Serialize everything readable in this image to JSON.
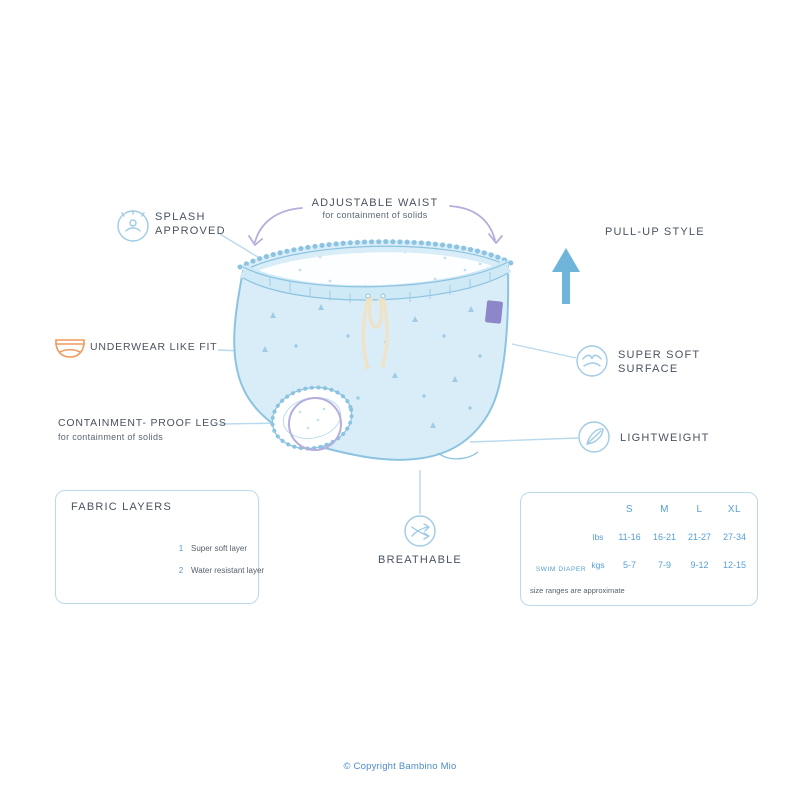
{
  "colors": {
    "accent_blue": "#56a0d6",
    "outline_blue": "#8cc3e0",
    "fill_blue": "#d9edf8",
    "purple": "#b5aedd",
    "orange": "#f09a5e",
    "text_dark": "#4a5360"
  },
  "icons": [
    "splash-icon",
    "underwear-icon",
    "soft-surface-icon",
    "feather-icon",
    "breathable-icon",
    "pull-up-arrow-icon",
    "swim-diaper-mini-icon"
  ],
  "features": {
    "splash_approved": {
      "line1": "SPLASH",
      "line2": "APPROVED"
    },
    "adjustable_waist": {
      "label": "ADJUSTABLE WAIST",
      "sub": "for containment of solids"
    },
    "pull_up_style": {
      "label": "PULL-UP STYLE"
    },
    "underwear_fit": {
      "label": "UNDERWEAR LIKE FIT"
    },
    "containment_legs": {
      "label": "CONTAINMENT- PROOF LEGS",
      "sub": "for containment of solids"
    },
    "super_soft": {
      "line1": "SUPER SOFT",
      "line2": "SURFACE"
    },
    "lightweight": {
      "label": "LIGHTWEIGHT"
    },
    "breathable": {
      "label": "BREATHABLE"
    }
  },
  "fabric_layers": {
    "title": "FABRIC LAYERS",
    "layers": [
      {
        "num": "1",
        "label": "Super soft layer"
      },
      {
        "num": "2",
        "label": "Water resistant layer"
      }
    ]
  },
  "size_chart": {
    "product": "SWIM DIAPER",
    "columns": [
      "S",
      "M",
      "L",
      "XL"
    ],
    "rows": [
      {
        "unit": "lbs",
        "values": [
          "11-16",
          "16-21",
          "21-27",
          "27-34"
        ]
      },
      {
        "unit": "kgs",
        "values": [
          "5-7",
          "7-9",
          "9-12",
          "12-15"
        ]
      }
    ],
    "note": "size ranges are approximate"
  },
  "footer": {
    "copyright": "© Copyright Bambino Mio"
  }
}
